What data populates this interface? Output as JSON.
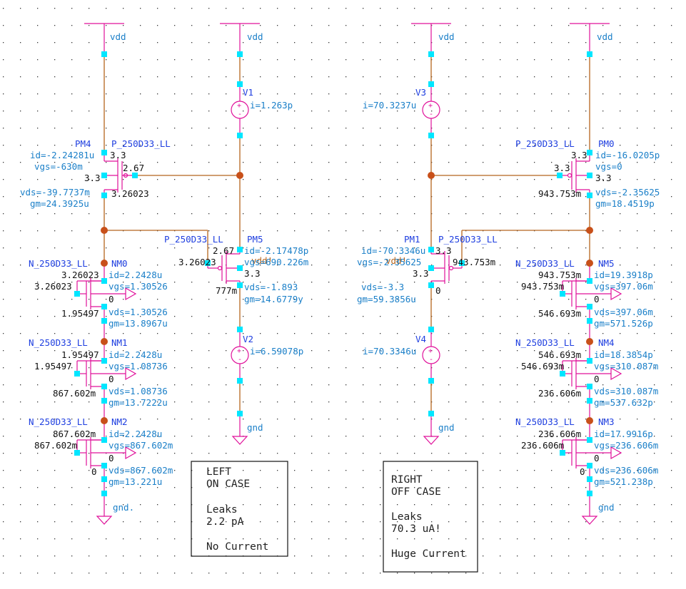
{
  "colors": {
    "wire": "#b5651d",
    "device": "#e0109a",
    "pin": "#00e6ff",
    "dot": "#c8501a",
    "param": "#1a7fc8",
    "inst": "#1f3fe0",
    "value": "#111111",
    "note": "#222222"
  },
  "supply": {
    "vdd": "vdd",
    "gnd": "gnd",
    "gnd_dot": "gnd."
  },
  "left": {
    "V1": {
      "name": "V1",
      "i": "i=1.263p"
    },
    "V2": {
      "name": "V2",
      "i": "i=6.59078p"
    },
    "PM4": {
      "name": "PM4",
      "model": "P_250D33_LL",
      "id": "id=-2.24281u",
      "vgs": "vgs=-630m",
      "vds": "vds=-39.7737m",
      "gm": "gm=24.3925u",
      "s": "3.3",
      "b": "3.3",
      "g": "2.67",
      "d": "3.26023"
    },
    "PM5": {
      "name": "PM5",
      "model": "P_250D33_LL",
      "id": "id=-2.17478p",
      "vgs": "vgs=690.226m",
      "vds": "vds=-1.893",
      "gm": "gm=14.6779y",
      "g": "2.67",
      "s": "3.26023",
      "b": "3.3",
      "d": "777m",
      "ghost": "vdd!"
    },
    "NM0": {
      "name": "NM0",
      "model": "N_250D33_LL",
      "id": "id=2.2428u",
      "vgs": "vgs=1.30526",
      "vds": "vds=1.30526",
      "gm": "gm=13.8967u",
      "d": "3.26023",
      "g": "3.26023",
      "b": "0",
      "s": "1.95497"
    },
    "NM1": {
      "name": "NM1",
      "model": "N_250D33_LL",
      "id": "id=2.2428u",
      "vgs": "vgs=1.08736",
      "vds": "vds=1.08736",
      "gm": "gm=13.7222u",
      "d": "1.95497",
      "g": "1.95497",
      "b": "0",
      "s": "867.602m"
    },
    "NM2": {
      "name": "NM2",
      "model": "N_250D33_LL",
      "id": "id=2.2428u",
      "vgs": "vgs=867.602m",
      "vds": "vds=867.602m",
      "gm": "gm=13.221u",
      "d": "867.602m",
      "g": "867.602m",
      "b": "0",
      "s": "0"
    },
    "note": [
      "LEFT",
      "ON CASE",
      "",
      "Leaks",
      "2.2 pA",
      "",
      "No Current"
    ]
  },
  "right": {
    "V3": {
      "name": "V3",
      "i": "i=70.3237u"
    },
    "V4": {
      "name": "V4",
      "i": "i=70.3346u"
    },
    "PM0": {
      "name": "PM0",
      "model": "P_250D33_LL",
      "id": "id=-16.0205p",
      "vgs": "vgs=0",
      "vds": "vds=-2.35625",
      "gm": "gm=18.4519p",
      "s": "3.3",
      "g": "3.3",
      "b": "3.3",
      "d": "943.753m"
    },
    "PM1": {
      "name": "PM1",
      "model": "P_250D33_LL",
      "id": "id=-70.3346u",
      "vgs": "vgs=-2.35625",
      "vds": "vds=-3.3",
      "gm": "gm=59.3856u",
      "s": "3.3",
      "b": "3.3",
      "g": "943.753m",
      "d": "0",
      "ghost": "vdd!"
    },
    "NM5": {
      "name": "NM5",
      "model": "N_250D33_LL",
      "id": "id=19.3918p",
      "vgs": "vgs=397.06m",
      "vds": "vds=397.06m",
      "gm": "gm=571.526p",
      "d": "943.753m",
      "g": "943.753m",
      "b": "0",
      "s": "546.693m"
    },
    "NM4": {
      "name": "NM4",
      "model": "N_250D33_LL",
      "id": "id=18.3854p",
      "vgs": "vgs=310.087m",
      "vds": "vds=310.087m",
      "gm": "gm=537.632p",
      "d": "546.693m",
      "g": "546.693m",
      "b": "0",
      "s": "236.606m"
    },
    "NM3": {
      "name": "NM3",
      "model": "N_250D33_LL",
      "id": "id=17.9916p",
      "vgs": "vgs=236.606m",
      "vds": "vds=236.606m",
      "gm": "gm=521.238p",
      "d": "236.606m",
      "g": "236.606m",
      "b": "0",
      "s": "0"
    },
    "note": [
      "RIGHT",
      "OFF CASE",
      "",
      "Leaks",
      "70.3 uA!",
      "",
      "Huge Current"
    ]
  }
}
